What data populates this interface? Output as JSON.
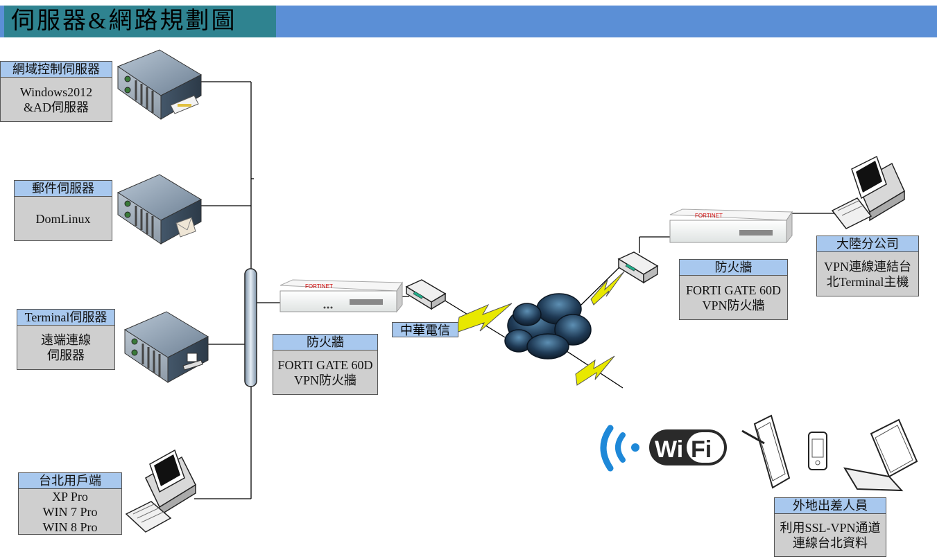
{
  "title": "伺服器&網路規劃圖",
  "servers": [
    {
      "header": "網域控制伺服器",
      "lines": [
        "Windows2012",
        "&AD伺服器"
      ]
    },
    {
      "header": "郵件伺服器",
      "lines": [
        "DomLinux"
      ]
    },
    {
      "header": "Terminal伺服器",
      "lines": [
        "遠端連線",
        "伺服器"
      ]
    },
    {
      "header": "台北用戶端",
      "lines": [
        "XP Pro",
        "WIN 7 Pro",
        "WIN 8 Pro"
      ]
    }
  ],
  "firewall_local": {
    "header": "防火牆",
    "lines": [
      "FORTI GATE 60D",
      "VPN防火牆"
    ]
  },
  "firewall_remote": {
    "header": "防火牆",
    "lines": [
      "FORTI GATE 60D",
      "VPN防火牆"
    ]
  },
  "carrier": "中華電信",
  "branch": {
    "header": "大陸分公司",
    "lines": [
      "VPN連線連結台",
      "北Terminal主機"
    ]
  },
  "mobile": {
    "header": "外地出差人員",
    "lines": [
      "利用SSL-VPN通道",
      "連線台北資料"
    ]
  },
  "device_brand": "FORTINET",
  "wifi_text": {
    "wi": "Wi",
    "fi": "Fi"
  },
  "colors": {
    "title_bg": "#2f8390",
    "bar_bg": "#5b8fd6",
    "header_bg": "#a8c8ee",
    "box_bg": "#cfcfcf",
    "bolt": "#e8e800",
    "wifi": "#1e88d8"
  }
}
